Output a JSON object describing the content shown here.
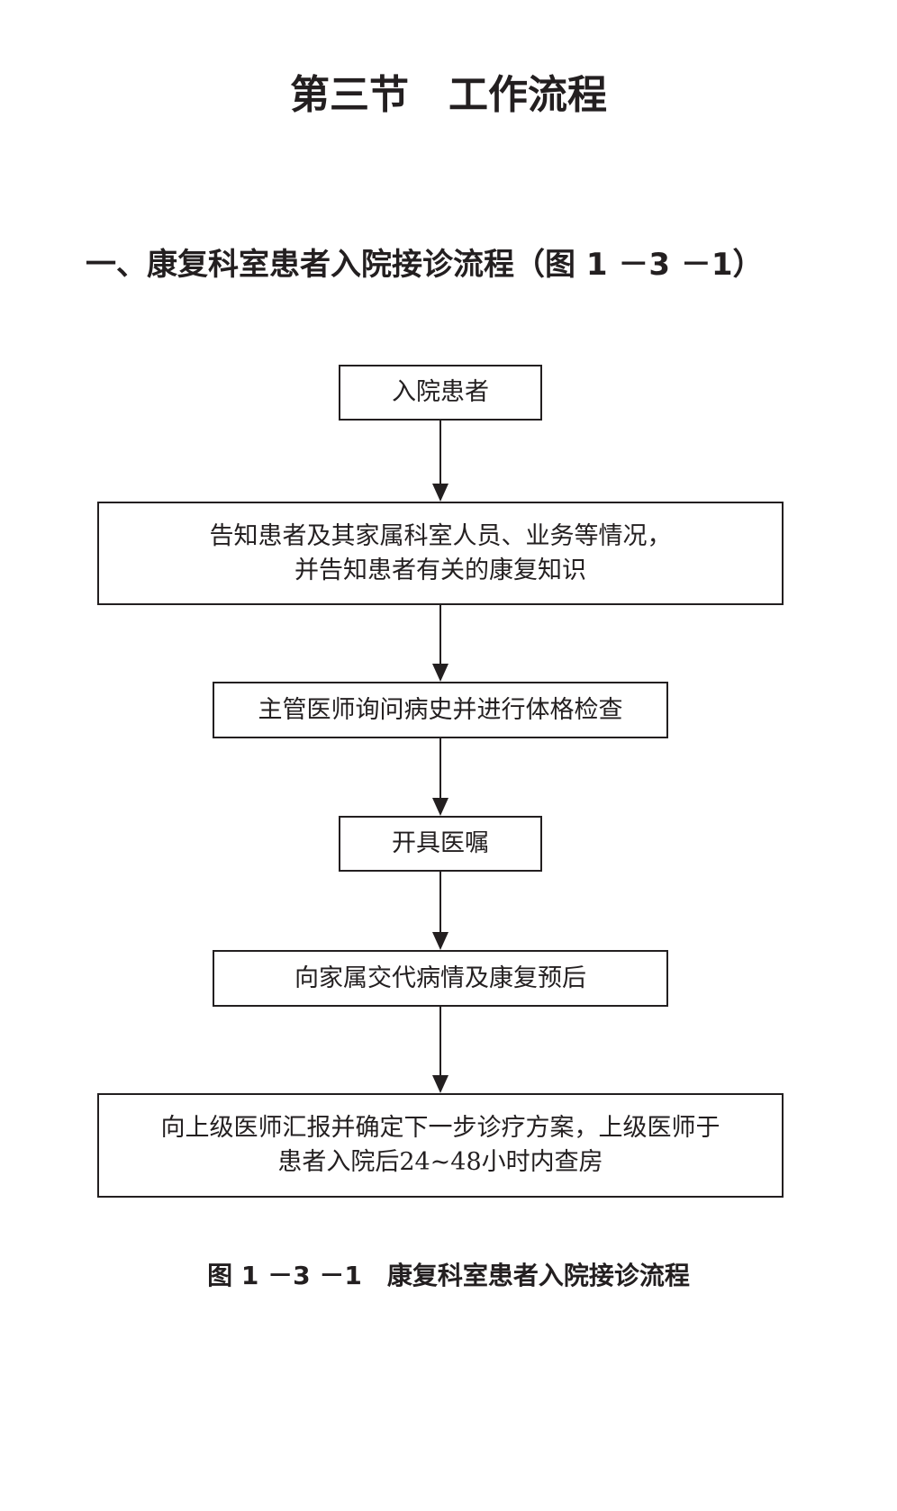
{
  "page": {
    "section_title": "第三节　工作流程",
    "subsection_heading": "一、康复科室患者入院接诊流程（图 1 －3 －1）"
  },
  "flowchart": {
    "steps": [
      {
        "lines": [
          "入院患者"
        ]
      },
      {
        "lines": [
          "告知患者及其家属科室人员、业务等情况，",
          "并告知患者有关的康复知识"
        ]
      },
      {
        "lines": [
          "主管医师询问病史并进行体格检查"
        ]
      },
      {
        "lines": [
          "开具医嘱"
        ]
      },
      {
        "lines": [
          "向家属交代病情及康复预后"
        ]
      },
      {
        "lines": [
          "向上级医师汇报并确定下一步诊疗方案，上级医师于",
          "患者入院后24~48小时内查房"
        ]
      }
    ],
    "caption": "图 1 －3 －1　康复科室患者入院接诊流程"
  }
}
